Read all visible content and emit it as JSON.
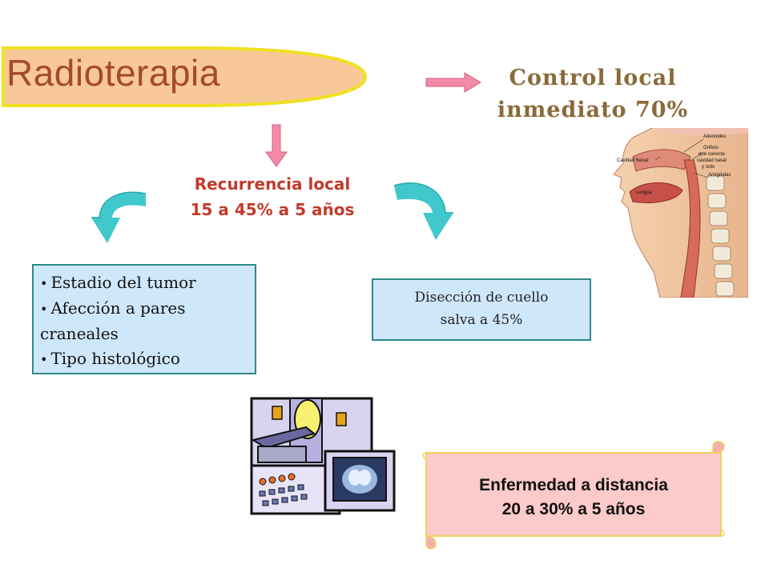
{
  "title": "Radioterapia",
  "control_local": {
    "line1": "Control local",
    "line2": "inmediato 70%"
  },
  "recurrence": {
    "line1": "Recurrencia local",
    "line2": "15 a 45% a 5 años"
  },
  "factors": {
    "items": [
      "Estadio del tumor",
      "Afección a pares craneales",
      "Tipo histológico"
    ]
  },
  "neck_dissection": {
    "line1": "Disección de cuello",
    "line2": "salva a 45%"
  },
  "distance_disease": {
    "line1": "Enfermedad a distancia",
    "line2": "20 a 30% a 5 años"
  },
  "anatomy_labels": {
    "adenoides": "Adenoides",
    "orificio": "Orificio que conecta cavidad nasal y oído",
    "cavidad_nasal": "Cavidad Nasal",
    "lengua": "Lengua",
    "amigdalas": "Amígdalas"
  },
  "colors": {
    "title_fill": "#f8c898",
    "title_border": "#f0e020",
    "arrow_pink": "#f48aa8",
    "curve_arrow": "#40c8cc",
    "box_fill": "#cfe7fb",
    "scroll_fill": "#fbcaca"
  }
}
